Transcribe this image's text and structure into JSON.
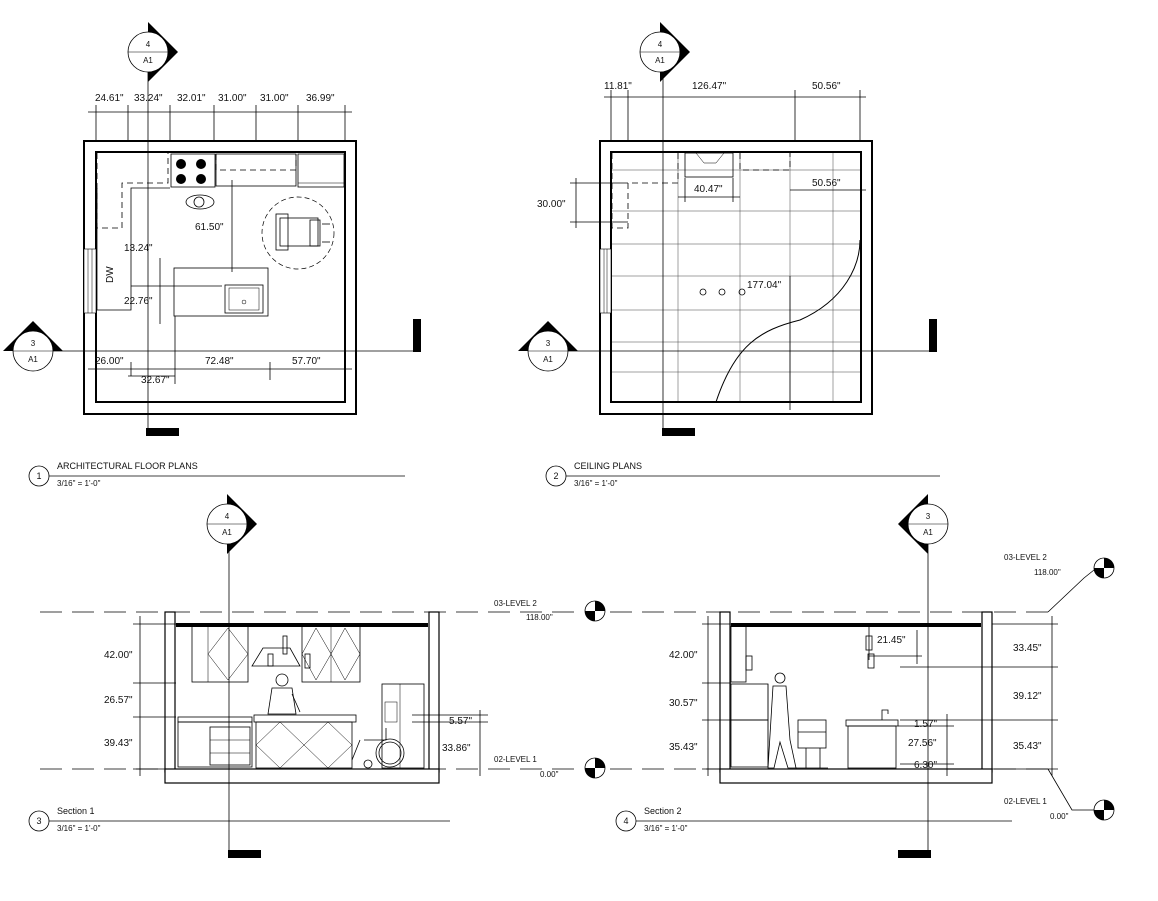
{
  "titles": {
    "plan1": {
      "number": "1",
      "name": "ARCHITECTURAL FLOOR PLANS",
      "scale": "3/16\" = 1'-0\""
    },
    "plan2": {
      "number": "2",
      "name": "CEILING PLANS",
      "scale": "3/16\" = 1'-0\""
    },
    "sec1": {
      "number": "3",
      "name": "Section 1",
      "scale": "3/16\" = 1'-0\""
    },
    "sec2": {
      "number": "4",
      "name": "Section 2",
      "scale": "3/16\" = 1'-0\""
    }
  },
  "markers": {
    "p1_top": {
      "num": "4",
      "sheet": "A1"
    },
    "p1_left": {
      "num": "3",
      "sheet": "A1"
    },
    "p2_top": {
      "num": "4",
      "sheet": "A1"
    },
    "p2_left": {
      "num": "3",
      "sheet": "A1"
    },
    "s1_top": {
      "num": "4",
      "sheet": "A1"
    },
    "s2_top": {
      "num": "3",
      "sheet": "A1"
    }
  },
  "plan1": {
    "top_dims": [
      "24.61\"",
      "33.24\"",
      "32.01\"",
      "31.00\"",
      "31.00\"",
      "36.99\""
    ],
    "bottom_dims": [
      "26.00\"",
      "72.48\"",
      "57.70\""
    ],
    "bottom_dim2": "32.67\"",
    "d_6150": "61.50\"",
    "d_1324": "13.24\"",
    "d_2276": "22.76\"",
    "dw_label": "DW"
  },
  "plan2": {
    "top_dims": [
      "11.81\"",
      "126.47\"",
      "50.56\""
    ],
    "d_3000": "30.00\"",
    "d_4047": "40.47\"",
    "d_5056": "50.56\"",
    "d_17704": "177.04\""
  },
  "sec1": {
    "level2_name": "03-LEVEL 2",
    "level2_val": "118.00\"",
    "level1_name": "02-LEVEL 1",
    "level1_val": "0.00\"",
    "left_dims": [
      "42.00\"",
      "26.57\"",
      "39.43\""
    ],
    "d_557": "5.57\"",
    "d_3386": "33.86\""
  },
  "sec2": {
    "level2_name": "03-LEVEL 2",
    "level2_val": "118.00\"",
    "level1_name": "02-LEVEL 1",
    "level1_val": "0.00\"",
    "left_dims": [
      "42.00\"",
      "30.57\"",
      "35.43\""
    ],
    "right_dims": [
      "33.45\"",
      "39.12\"",
      "35.43\""
    ],
    "d_2145": "21.45\"",
    "d_157": "1.57\"",
    "d_2756": "27.56\"",
    "d_630": "6.30\""
  }
}
